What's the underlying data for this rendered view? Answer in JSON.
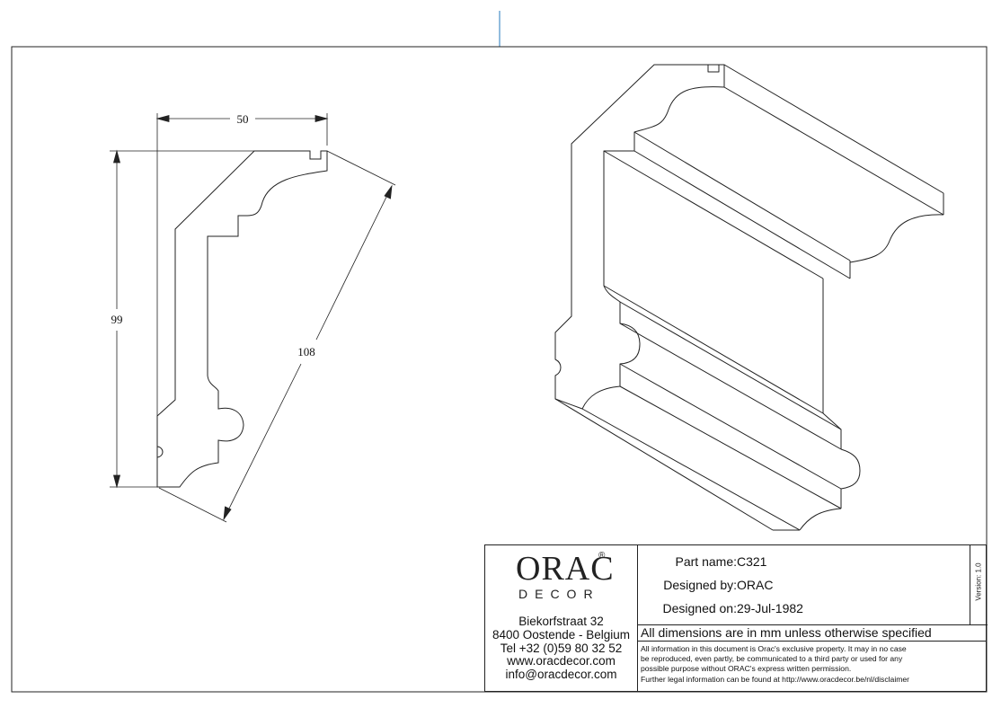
{
  "drawing": {
    "dimensions": {
      "width": "50",
      "height": "99",
      "diagonal": "108"
    }
  },
  "title_block": {
    "logo": {
      "brand": "ORAC",
      "registered": "®",
      "sub": "DECOR"
    },
    "address": {
      "street": "Biekorfstraat 32",
      "city": "8400 Oostende - Belgium",
      "tel": "Tel  +32 (0)59 80 32 52",
      "web": "www.oracdecor.com",
      "email": "info@oracdecor.com"
    },
    "part_name_label": "Part name:",
    "part_name": "C321",
    "designed_by_label": "Designed by:",
    "designed_by": "ORAC",
    "designed_on_label": "Designed on:",
    "designed_on": "29-Jul-1982",
    "version": "Version: 1.0",
    "dimensions_note": "All dimensions are in mm unless otherwise specified",
    "legal": [
      "All information in this document is Orac's exclusive property.  It may in no case",
      "be reproduced, even partly, be communicated to a third party or used for any",
      "possible purpose without ORAC's express written permission.",
      "Further legal information can be found at http://www.oracdecor.be/nl/disclaimer"
    ]
  }
}
